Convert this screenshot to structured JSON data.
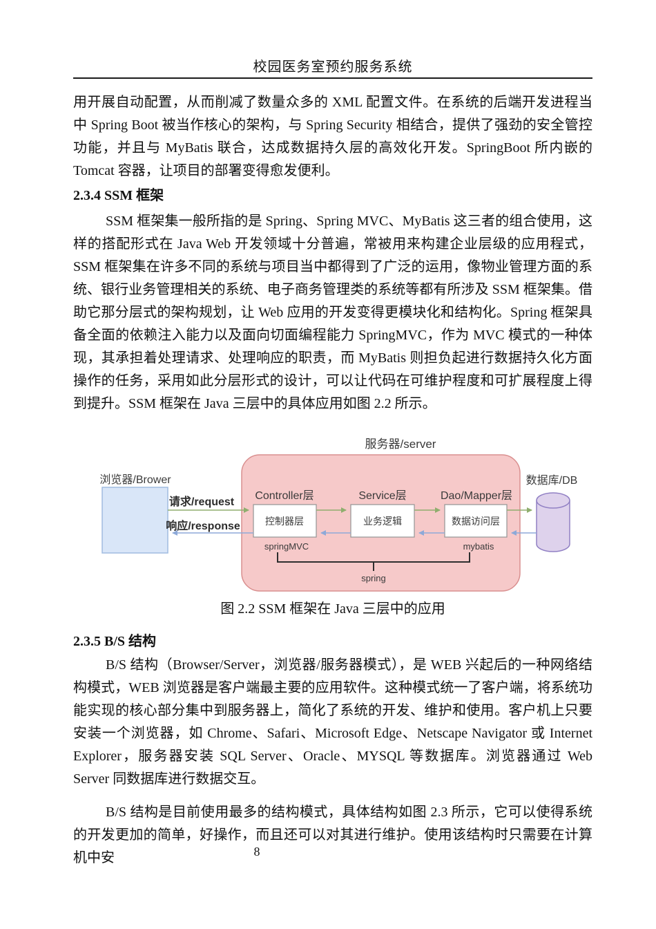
{
  "page": {
    "header_title": "校园医务室预约服务系统",
    "page_number": "8"
  },
  "content": {
    "para_intro": "用开展自动配置，从而削减了数量众多的 XML 配置文件。在系统的后端开发进程当中 Spring Boot 被当作核心的架构，与 Spring Security 相结合，提供了强劲的安全管控功能，并且与 MyBatis 联合，达成数据持久层的高效化开发。SpringBoot 所内嵌的 Tomcat 容器，让项目的部署变得愈发便利。",
    "heading_ssm": "2.3.4 SSM 框架",
    "para_ssm": "SSM 框架集一般所指的是 Spring、Spring MVC、MyBatis 这三者的组合使用，这样的搭配形式在 Java Web 开发领域十分普遍，常被用来构建企业层级的应用程式，SSM 框架集在许多不同的系统与项目当中都得到了广泛的运用，像物业管理方面的系统、银行业务管理相关的系统、电子商务管理类的系统等都有所涉及 SSM 框架集。借助它那分层式的架构规划，让 Web 应用的开发变得更模块化和结构化。Spring 框架具备全面的依赖注入能力以及面向切面编程能力 SpringMVC，作为 MVC 模式的一种体现，其承担着处理请求、处理响应的职责，而 MyBatis 则担负起进行数据持久化方面操作的任务，采用如此分层形式的设计，可以让代码在可维护程度和可扩展程度上得到提升。SSM 框架在 Java 三层中的具体应用如图 2.2 所示。",
    "figure_caption": "图 2.2 SSM 框架在 Java 三层中的应用",
    "heading_bs": "2.3.5 B/S 结构",
    "para_bs1": "B/S 结构（Browser/Server，浏览器/服务器模式），是 WEB 兴起后的一种网络结构模式，WEB 浏览器是客户端最主要的应用软件。这种模式统一了客户端，将系统功能实现的核心部分集中到服务器上，简化了系统的开发、维护和使用。客户机上只要安装一个浏览器，如 Chrome、Safari、Microsoft Edge、Netscape Navigator 或 Internet Explorer，服务器安装 SQL Server、Oracle、MYSQL 等数据库。浏览器通过 Web Server 同数据库进行数据交互。",
    "para_bs2": "B/S 结构是目前使用最多的结构模式，具体结构如图 2.3 所示，它可以使得系统的开发更加的简单，好操作，而且还可以对其进行维护。使用该结构时只需要在计算机中安"
  },
  "figure": {
    "server_label": "服务器/server",
    "browser_label": "浏览器/Brower",
    "db_label": "数据库/DB",
    "request_label": "请求/request",
    "response_label": "响应/response",
    "bracket_label": "spring",
    "layers": [
      {
        "title": "Controller层",
        "box": "控制器层",
        "tech": "springMVC"
      },
      {
        "title": "Service层",
        "box": "业务逻辑",
        "tech": ""
      },
      {
        "title": "Dao/Mapper层",
        "box": "数据访问层",
        "tech": "mybatis"
      }
    ],
    "colors": {
      "server_fill": "#f6c9c9",
      "server_stroke": "#d98f8f",
      "browser_fill": "#d9e6f8",
      "browser_stroke": "#a0bce0",
      "database_fill": "#ded2ec",
      "database_stroke": "#9180c4",
      "request_arrow": "#8fae6e",
      "response_arrow": "#8da9d8"
    }
  }
}
